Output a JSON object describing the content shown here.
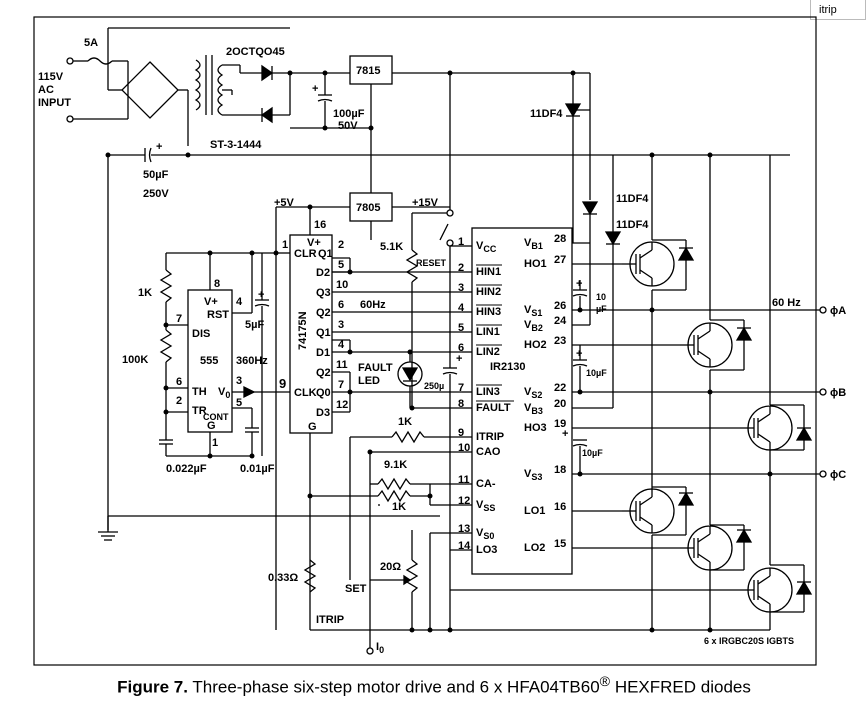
{
  "tab": {
    "label": "itrip"
  },
  "caption": {
    "figure_label": "Figure 7.",
    "text_before_mark": " Three-phase six-step motor drive and 6 x HFA04TB60",
    "mark": "®",
    "text_after_mark": " HEXFRED diodes"
  },
  "power": {
    "fuse": "5A",
    "input": [
      "115V",
      "AC",
      "INPUT"
    ],
    "rectifier_diode": "2OCTQO45",
    "transformer": "ST-3-1444",
    "cap_main": [
      "50µF",
      "250V"
    ],
    "reg_15": "7815",
    "cap_15": [
      "100µF",
      "50V"
    ],
    "reg_5": "7805",
    "rail_5": "+5V",
    "rail_15": "+15V",
    "plus": "+"
  },
  "timer": {
    "name": "555",
    "r1": "1K",
    "r2": "100K",
    "c1": "0.022µF",
    "c2": "0.01µF",
    "freq": "360Hz",
    "pins": {
      "vplus": "V+",
      "rst": "RST",
      "dis": "DIS",
      "th": "TH",
      "vo": "V",
      "vo_sub": "0",
      "tr": "TR",
      "cont": "CONT",
      "g": "G"
    },
    "pin_numbers": {
      "p8": "8",
      "p4": "4",
      "p7": "7",
      "p6": "6",
      "p3": "3",
      "p2": "2",
      "p5": "5",
      "p1": "1"
    }
  },
  "counter": {
    "name": "74175N",
    "cap": "5µF",
    "pins": {
      "vplus": "V+",
      "clr": "CLR",
      "q1": "Q1",
      "d2": "D2",
      "q3": "Q3",
      "q2": "Q2",
      "q1b": "Q1",
      "d1": "D1",
      "q2b": "Q2",
      "clk": "CLK",
      "q0": "Q0",
      "d3": "D3",
      "g": "G"
    },
    "pin_numbers": [
      "16",
      "1",
      "2",
      "5",
      "10",
      "6",
      "3",
      "4",
      "11",
      "7",
      "12",
      "9"
    ],
    "freq": "60Hz"
  },
  "misc": {
    "r_reset": "5.1K",
    "reset": "RESET",
    "fault_led": [
      "FAULT",
      "LED"
    ],
    "cap_250": "250µ",
    "r_itrip": "1K",
    "r_ca1": "9.1K",
    "r_ca2": "1K",
    "r_shunt": "0.33Ω",
    "r_set": "20Ω",
    "set": "SET",
    "itrip": "ITRIP",
    "io": "I",
    "io_sub": "0"
  },
  "ir2130": {
    "name": "IR2130",
    "left_pins": [
      {
        "num": "1",
        "label": "V",
        "sub": "CC"
      },
      {
        "num": "2",
        "label": "HIN1"
      },
      {
        "num": "3",
        "label": "HIN2"
      },
      {
        "num": "4",
        "label": "HIN3"
      },
      {
        "num": "5",
        "label": "LIN1"
      },
      {
        "num": "6",
        "label": "LIN2"
      },
      {
        "num": "7",
        "label": "LIN3"
      },
      {
        "num": "8",
        "label": "FAULT"
      },
      {
        "num": "9",
        "label": "ITRIP"
      },
      {
        "num": "10",
        "label": "CAO"
      },
      {
        "num": "11",
        "label": "CA-"
      },
      {
        "num": "12",
        "label": "V",
        "sub": "SS"
      },
      {
        "num": "13",
        "label": "V",
        "sub": "S0"
      },
      {
        "num": "14",
        "label": "LO3"
      }
    ],
    "right_pins": [
      {
        "num": "28",
        "label": "V",
        "sub": "B1"
      },
      {
        "num": "27",
        "label": "HO1"
      },
      {
        "num": "26",
        "label": "V",
        "sub": "S1"
      },
      {
        "num": "24",
        "label": "V",
        "sub": "B2"
      },
      {
        "num": "23",
        "label": "HO2"
      },
      {
        "num": "22",
        "label": "V",
        "sub": "S2"
      },
      {
        "num": "20",
        "label": "V",
        "sub": "B3"
      },
      {
        "num": "19",
        "label": "HO3"
      },
      {
        "num": "18",
        "label": "V",
        "sub": "S3"
      },
      {
        "num": "16",
        "label": "LO1"
      },
      {
        "num": "15",
        "label": "LO2"
      }
    ]
  },
  "bootstrap": {
    "diode": "11DF4",
    "diode2": "11DF4",
    "diode3": "11DF4",
    "cap1": [
      "10",
      "µF"
    ],
    "cap2": "10µF",
    "cap3": "10µF"
  },
  "outputs": {
    "freq": "60 Hz",
    "phase_a": "ϕA",
    "phase_b": "ϕB",
    "phase_c": "ϕC",
    "igbts": "6 x IRGBC20S IGBTS"
  }
}
